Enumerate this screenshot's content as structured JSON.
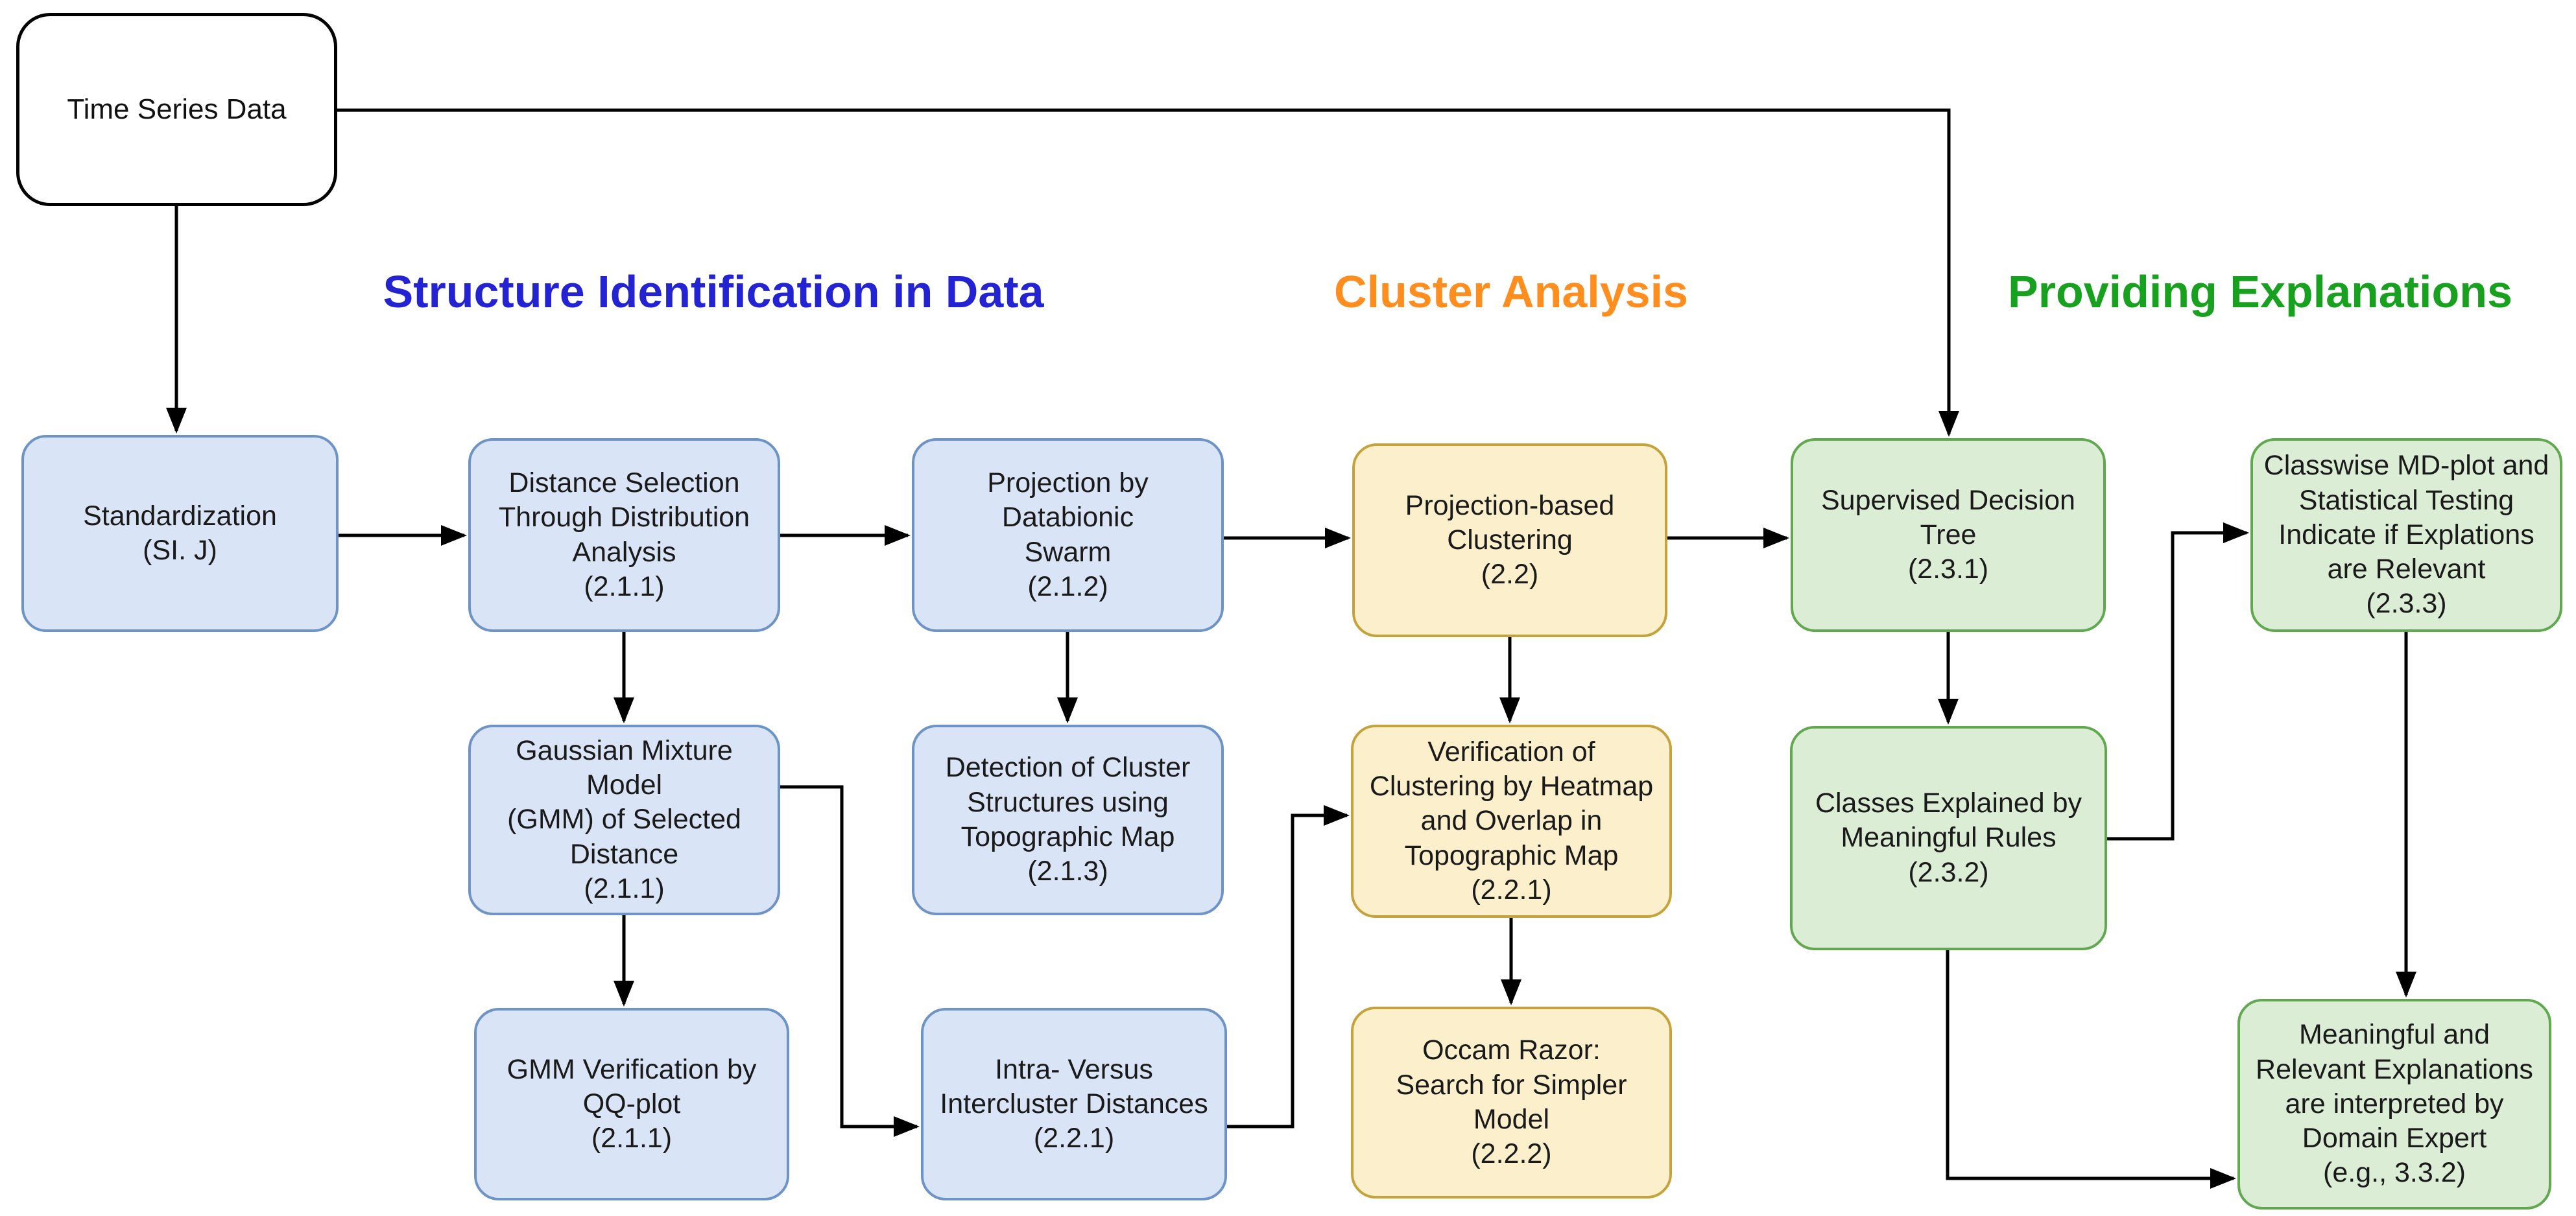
{
  "title": "Flowchart: time series analysis pipeline",
  "palette": {
    "background": "#ffffff",
    "line_color": "#000000",
    "blue_node_fill": "#d9e5f6",
    "blue_node_border": "#6e94c6",
    "yellow_node_fill": "#fbf0cb",
    "yellow_node_border": "#c4a23c",
    "green_node_fill": "#dcedd5",
    "green_node_border": "#62a850",
    "plain_node_fill": "#ffffff",
    "plain_node_border": "#000000",
    "header_blue": "#2323d3",
    "header_orange": "#ff8e1f",
    "header_green": "#17a11e"
  },
  "headers": [
    {
      "label": "Structure Identification in Data",
      "color": "#2323d3"
    },
    {
      "label": "Cluster Analysis",
      "color": "#ff8e1f"
    },
    {
      "label": "Providing Explanations",
      "color": "#17a11e"
    }
  ],
  "nodes": {
    "time_series": {
      "label": "Time Series Data",
      "category": "plain"
    },
    "standardization": {
      "label": "Standardization\n(SI. J)",
      "category": "blue"
    },
    "distance_selection": {
      "label": "Distance Selection\nThrough Distribution\nAnalysis\n(2.1.1)",
      "category": "blue"
    },
    "projection_dbs": {
      "label": "Projection by Databionic\nSwarm\n(2.1.2)",
      "category": "blue"
    },
    "projection_clustering": {
      "label": "Projection-based\nClustering\n(2.2)",
      "category": "yellow"
    },
    "supervised_dt": {
      "label": "Supervised Decision\nTree\n(2.3.1)",
      "category": "green"
    },
    "classwise_md": {
      "label": "Classwise MD-plot and\nStatistical Testing\nIndicate if Explations\nare Relevant\n(2.3.3)",
      "category": "green"
    },
    "gmm": {
      "label": "Gaussian Mixture Model\n(GMM) of Selected\nDistance\n(2.1.1)",
      "category": "blue"
    },
    "detection": {
      "label": "Detection of Cluster\nStructures using\nTopographic Map\n(2.1.3)",
      "category": "blue"
    },
    "verification": {
      "label": "Verification of\nClustering by Heatmap\nand Overlap in\nTopographic Map\n(2.2.1)",
      "category": "yellow"
    },
    "classes_explained": {
      "label": "Classes Explained by\nMeaningful Rules\n(2.3.2)",
      "category": "green"
    },
    "gmm_verification": {
      "label": "GMM Verification by\nQQ-plot\n(2.1.1)",
      "category": "blue"
    },
    "intra_versus": {
      "label": "Intra- Versus\nIntercluster Distances\n(2.2.1)",
      "category": "blue"
    },
    "occam": {
      "label": "Occam Razor:\nSearch for Simpler\nModel\n(2.2.2)",
      "category": "yellow"
    },
    "meaningful": {
      "label": "Meaningful and\nRelevant Explanations\nare interpreted by\nDomain Expert\n(e.g., 3.3.2)",
      "category": "green"
    }
  }
}
